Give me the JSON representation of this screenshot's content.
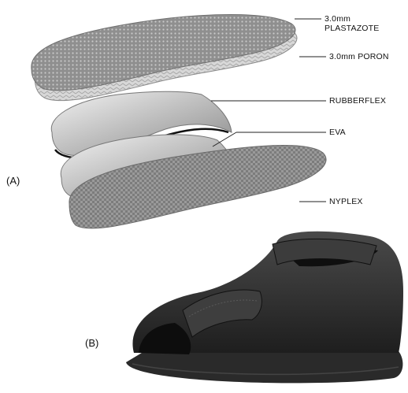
{
  "panels": {
    "a": "(A)",
    "b": "(B)"
  },
  "layers": [
    {
      "line1": "3.0mm",
      "line2": "PLASTAZOTE"
    },
    {
      "line1": "3.0mm PORON"
    },
    {
      "line1": "RUBBERFLEX"
    },
    {
      "line1": "EVA"
    },
    {
      "line1": "NYPLEX"
    }
  ]
}
